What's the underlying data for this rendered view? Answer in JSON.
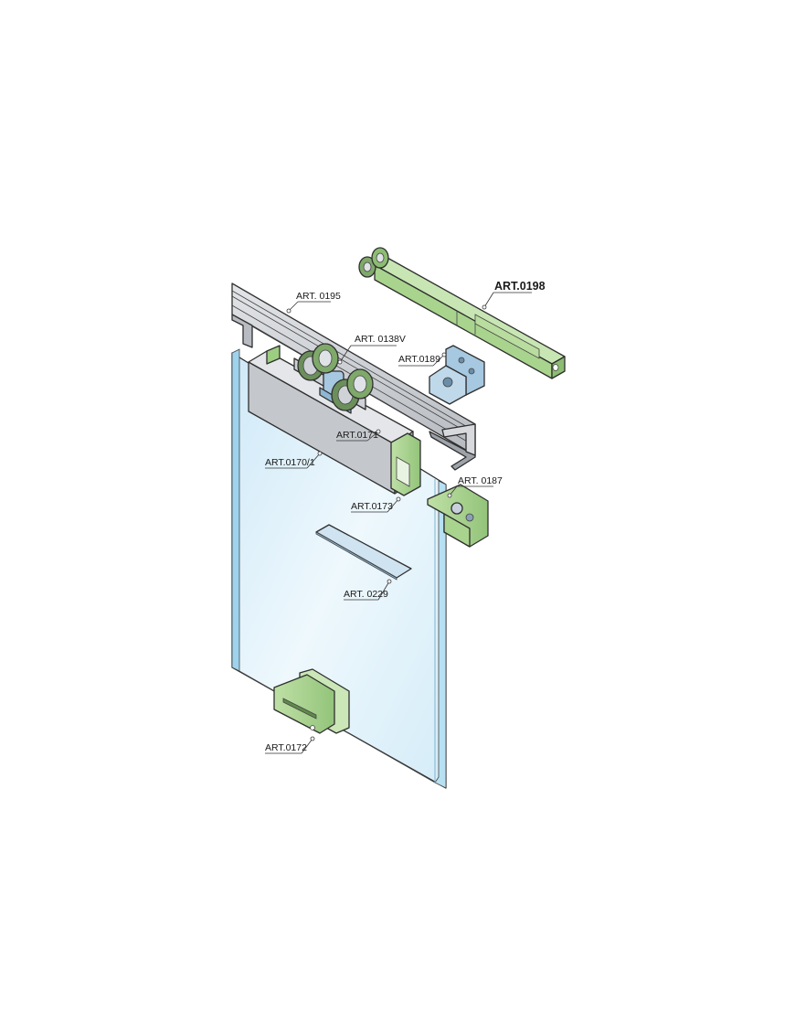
{
  "parts": {
    "art_0198": "ART.0198",
    "art_0195": "ART. 0195",
    "art_0138v": "ART. 0138V",
    "art_0189": "ART.0189",
    "art_0171": "ART.0171",
    "art_0170_1": "ART.0170/1",
    "art_0187": "ART. 0187",
    "art_0173": "ART.0173",
    "art_0229": "ART. 0229",
    "art_0172": "ART.0172"
  },
  "colors": {
    "green": "#a9d48e",
    "green_dark": "#7fb866",
    "aluminium": "#c9ccd1",
    "aluminium_dark": "#9ea3aa",
    "glass": "#d8eef9",
    "steel_blue": "#a6c8e0"
  }
}
